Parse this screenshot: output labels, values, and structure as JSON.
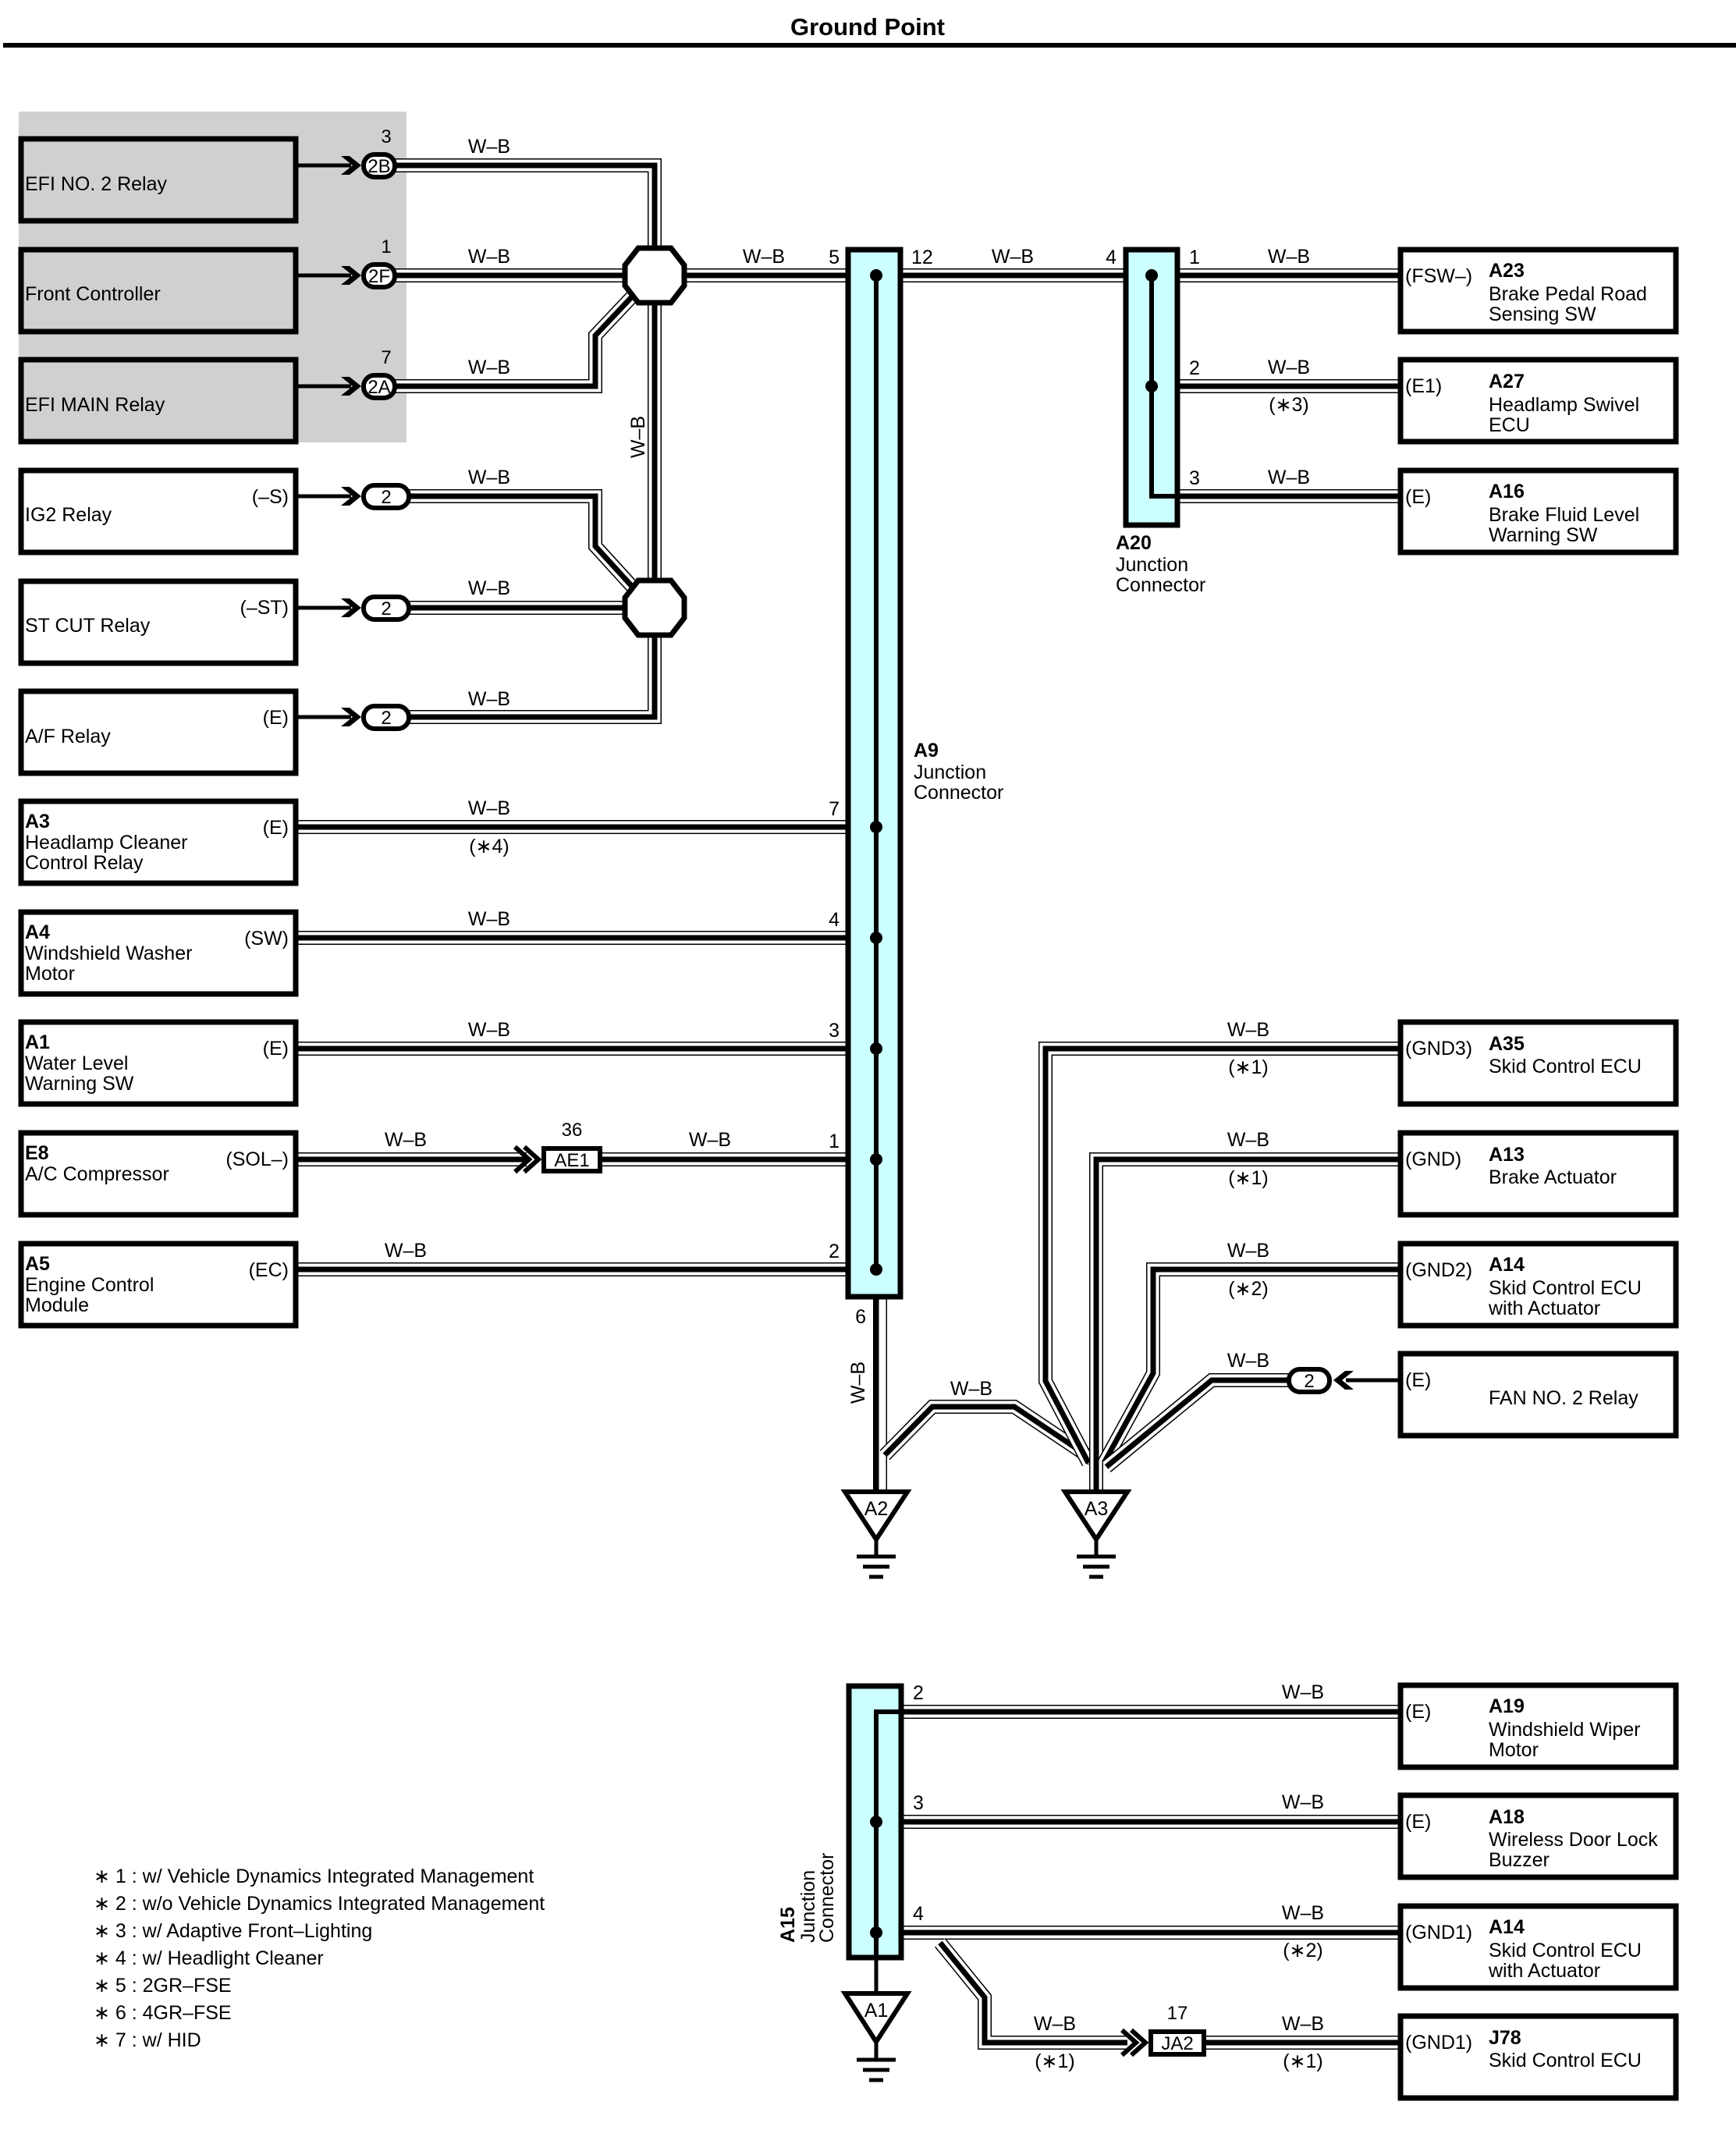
{
  "page": {
    "title": "Ground Point"
  },
  "wire_color": "W–B",
  "colors": {
    "junction_fill": "#ccffff",
    "shaded_group": "#d0d0d0",
    "line": "#000000"
  },
  "left_components": [
    {
      "code": "",
      "name": "EFI NO. 2 Relay",
      "terminal": "",
      "connector": "2B",
      "pin": "3",
      "wire": "W–B",
      "note": ""
    },
    {
      "code": "",
      "name": "Front Controller",
      "terminal": "",
      "connector": "2F",
      "pin": "1",
      "wire": "W–B",
      "note": ""
    },
    {
      "code": "",
      "name": "EFI MAIN Relay",
      "terminal": "",
      "connector": "2A",
      "pin": "7",
      "wire": "W–B",
      "note": ""
    },
    {
      "code": "",
      "name": "IG2 Relay",
      "terminal": "(–S)",
      "connector": "2",
      "pin": "",
      "wire": "W–B",
      "note": ""
    },
    {
      "code": "",
      "name": "ST CUT Relay",
      "terminal": "(–ST)",
      "connector": "2",
      "pin": "",
      "wire": "W–B",
      "note": ""
    },
    {
      "code": "",
      "name": "A/F Relay",
      "terminal": "(E)",
      "connector": "2",
      "pin": "",
      "wire": "W–B",
      "note": ""
    },
    {
      "code": "A3",
      "name1": "Headlamp Cleaner",
      "name2": "Control Relay",
      "terminal": "(E)",
      "pin": "7",
      "wire": "W–B",
      "note": "(∗4)"
    },
    {
      "code": "A4",
      "name1": "Windshield Washer",
      "name2": "Motor",
      "terminal": "(SW)",
      "pin": "4",
      "wire": "W–B",
      "note": ""
    },
    {
      "code": "A1",
      "name1": "Water Level",
      "name2": "Warning SW",
      "terminal": "(E)",
      "pin": "3",
      "wire": "W–B",
      "note": ""
    },
    {
      "code": "E8",
      "name1": "A/C Compressor",
      "name2": "",
      "terminal": "(SOL–)",
      "pin": "1",
      "wire": "W–B",
      "wire2": "W–B",
      "inline_connector": "AE1",
      "inline_pin": "36",
      "note": ""
    },
    {
      "code": "A5",
      "name1": "Engine Control",
      "name2": "Module",
      "terminal": "(EC)",
      "pin": "2",
      "wire": "W–B",
      "note": ""
    }
  ],
  "splice_vertical_wire": "W–B",
  "a9": {
    "code": "A9",
    "line1": "Junction",
    "line2": "Connector",
    "pin_in": "5",
    "pin_out": "12",
    "pin_ground": "6",
    "wire_in": "W–B",
    "wire_out": "W–B",
    "wire_ground": "W–B"
  },
  "a20": {
    "code": "A20",
    "line1": "Junction",
    "line2": "Connector",
    "pin_in": "4"
  },
  "a20_components": [
    {
      "code": "A23",
      "name1": "Brake Pedal Road",
      "name2": "Sensing SW",
      "terminal": "(FSW–)",
      "pin": "1",
      "wire": "W–B",
      "note": ""
    },
    {
      "code": "A27",
      "name1": "Headlamp Swivel",
      "name2": "ECU",
      "terminal": "(E1)",
      "pin": "2",
      "wire": "W–B",
      "note": "(∗3)"
    },
    {
      "code": "A16",
      "name1": "Brake Fluid Level",
      "name2": "Warning SW",
      "terminal": "(E)",
      "pin": "3",
      "wire": "W–B",
      "note": ""
    }
  ],
  "a3_components": [
    {
      "code": "A35",
      "name1": "Skid Control ECU",
      "name2": "",
      "terminal": "(GND3)",
      "wire": "W–B",
      "note": "(∗1)"
    },
    {
      "code": "A13",
      "name1": "Brake Actuator",
      "name2": "",
      "terminal": "(GND)",
      "wire": "W–B",
      "note": "(∗1)"
    },
    {
      "code": "A14",
      "name1": "Skid Control ECU",
      "name2": "with Actuator",
      "terminal": "(GND2)",
      "wire": "W–B",
      "note": "(∗2)"
    },
    {
      "code": "",
      "name1": "FAN NO. 2 Relay",
      "name2": "",
      "terminal": "(E)",
      "wire": "W–B",
      "connector": "2",
      "note": ""
    }
  ],
  "a2_a3_link_wire": "W–B",
  "grounds": {
    "a2": "A2",
    "a3": "A3",
    "a1": "A1"
  },
  "a15": {
    "code": "A15",
    "line1": "Junction",
    "line2": "Connector"
  },
  "a15_components": [
    {
      "code": "A19",
      "name1": "Windshield Wiper",
      "name2": "Motor",
      "terminal": "(E)",
      "pin": "2",
      "wire": "W–B",
      "note": ""
    },
    {
      "code": "A18",
      "name1": "Wireless Door Lock",
      "name2": "Buzzer",
      "terminal": "(E)",
      "pin": "3",
      "wire": "W–B",
      "note": ""
    },
    {
      "code": "A14",
      "name1": "Skid Control ECU",
      "name2": "with Actuator",
      "terminal": "(GND1)",
      "pin": "4",
      "wire": "W–B",
      "note": "(∗2)"
    },
    {
      "code": "J78",
      "name1": "Skid Control ECU",
      "name2": "",
      "terminal": "(GND1)",
      "wire": "W–B",
      "wire_in": "W–B",
      "inline_connector": "JA2",
      "inline_pin": "17",
      "note": "(∗1)",
      "note_in": "(∗1)"
    }
  ],
  "notes": [
    "∗ 1 : w/ Vehicle Dynamics Integrated Management",
    "∗ 2 : w/o Vehicle Dynamics Integrated Management",
    "∗ 3 : w/ Adaptive Front–Lighting",
    "∗ 4 : w/ Headlight Cleaner",
    "∗ 5 : 2GR–FSE",
    "∗ 6 : 4GR–FSE",
    "∗ 7 : w/ HID"
  ]
}
